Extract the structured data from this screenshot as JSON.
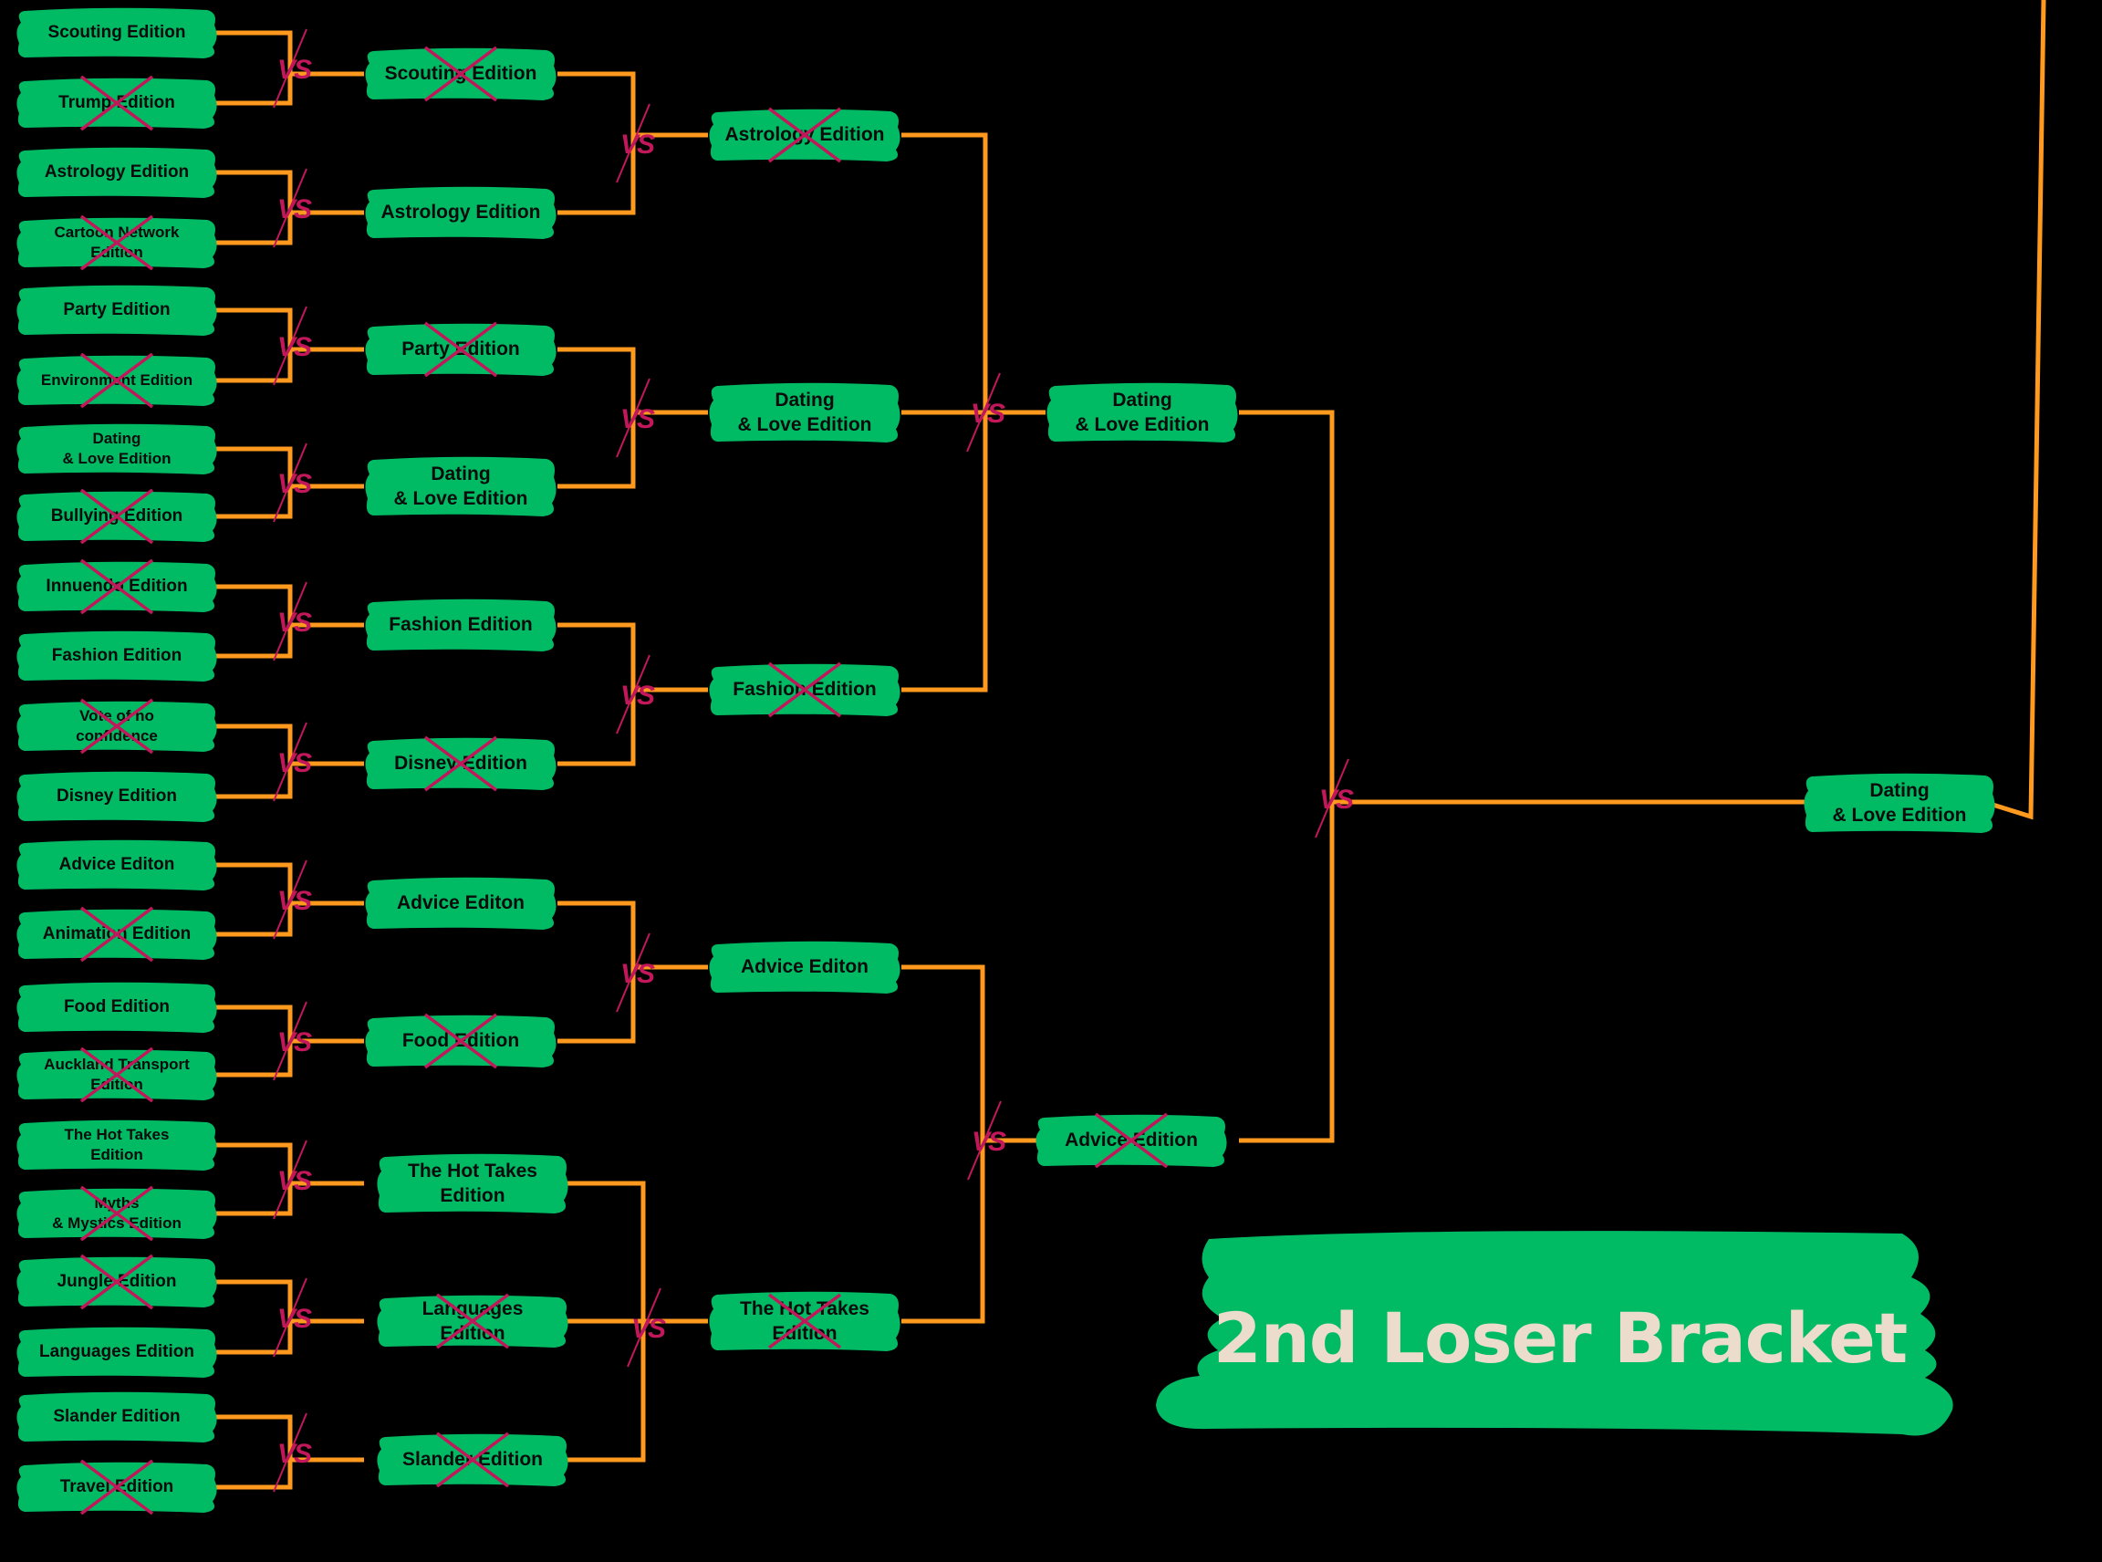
{
  "colors": {
    "background": "#000000",
    "pill": "#00bb63",
    "connector": "#ff9a1f",
    "cross": "#c2185b",
    "banner_text": "#ecdccc"
  },
  "banner": {
    "title": "2nd Loser Bracket"
  },
  "vs_label": "VS",
  "round1": [
    {
      "label": "Scouting Edition",
      "eliminated": false
    },
    {
      "label": "Trump Edition",
      "eliminated": true
    },
    {
      "label": "Astrology Edition",
      "eliminated": false
    },
    {
      "label": "Cartoon Network\nEdition",
      "eliminated": true
    },
    {
      "label": "Party Edition",
      "eliminated": false
    },
    {
      "label": "Environment Edition",
      "eliminated": true
    },
    {
      "label": "Dating\n& Love Edition",
      "eliminated": false
    },
    {
      "label": "Bullying Edition",
      "eliminated": true
    },
    {
      "label": "Innuendo Edition",
      "eliminated": true
    },
    {
      "label": "Fashion Edition",
      "eliminated": false
    },
    {
      "label": "Vote of no\nconfidence",
      "eliminated": true
    },
    {
      "label": "Disney Edition",
      "eliminated": false
    },
    {
      "label": "Advice Editon",
      "eliminated": false
    },
    {
      "label": "Animation Edition",
      "eliminated": true
    },
    {
      "label": "Food Edition",
      "eliminated": false
    },
    {
      "label": "Auckland Transport\nEdition",
      "eliminated": true
    },
    {
      "label": "The Hot Takes\nEdition",
      "eliminated": false
    },
    {
      "label": "Myths\n& Mystics Edition",
      "eliminated": true
    },
    {
      "label": "Jungle Edition",
      "eliminated": true
    },
    {
      "label": "Languages Edition",
      "eliminated": false
    },
    {
      "label": "Slander Edition",
      "eliminated": false
    },
    {
      "label": "Travel Edition",
      "eliminated": true
    }
  ],
  "round2": [
    {
      "label": "Scouting Edition",
      "eliminated": true
    },
    {
      "label": "Astrology Edition",
      "eliminated": false
    },
    {
      "label": "Party Edition",
      "eliminated": true
    },
    {
      "label": "Dating\n& Love Edition",
      "eliminated": false
    },
    {
      "label": "Fashion Edition",
      "eliminated": false
    },
    {
      "label": "Disney Edition",
      "eliminated": true
    },
    {
      "label": "Advice Editon",
      "eliminated": false
    },
    {
      "label": "Food Edition",
      "eliminated": true
    },
    {
      "label": "The Hot Takes\nEdition",
      "eliminated": false
    },
    {
      "label": "Languages Edition",
      "eliminated": true
    },
    {
      "label": "Slander Edition",
      "eliminated": true
    }
  ],
  "round3": [
    {
      "label": "Astrology Edition",
      "eliminated": true
    },
    {
      "label": "Dating\n& Love Edition",
      "eliminated": false
    },
    {
      "label": "Fashion Edition",
      "eliminated": true
    },
    {
      "label": "Advice Editon",
      "eliminated": false
    },
    {
      "label": "The Hot Takes\nEdition",
      "eliminated": true
    }
  ],
  "round4": [
    {
      "label": "Dating\n& Love Edition",
      "eliminated": false
    },
    {
      "label": "Advice Edition",
      "eliminated": true
    }
  ],
  "final": {
    "label": "Dating\n& Love Edition",
    "eliminated": false
  }
}
